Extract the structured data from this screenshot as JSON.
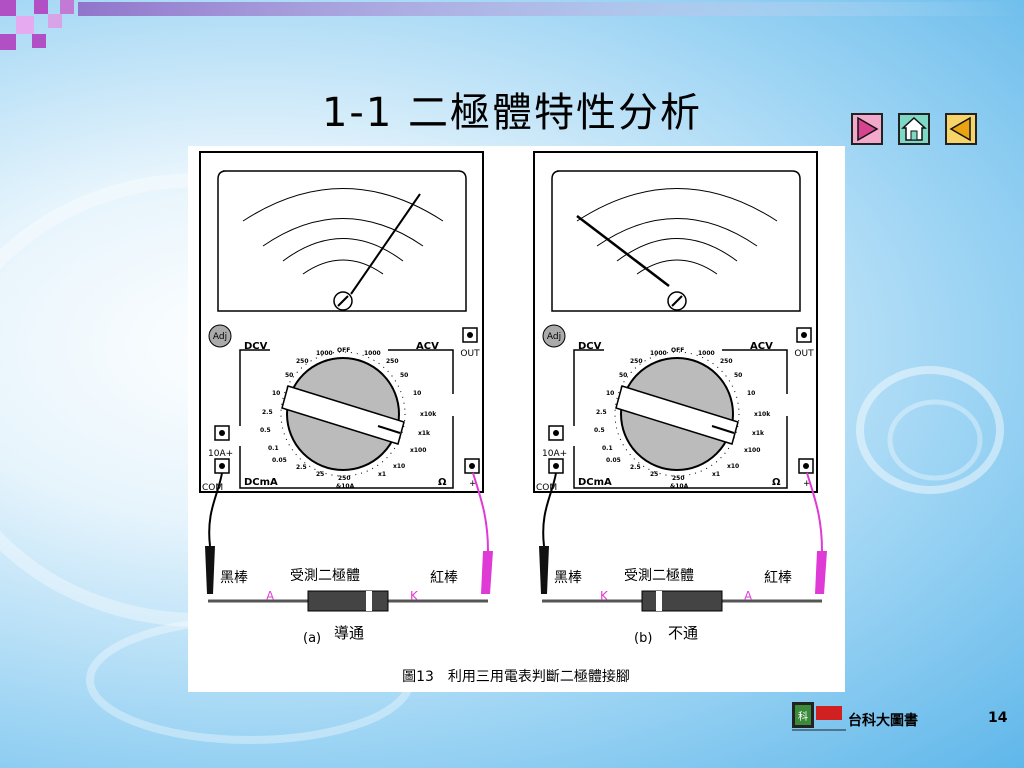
{
  "slide": {
    "title": "1-1 二極體特性分析",
    "page_number": "14",
    "publisher": "台科大圖書"
  },
  "nav": [
    {
      "icon": "play-right-icon"
    },
    {
      "icon": "home-icon"
    },
    {
      "icon": "play-left-icon"
    }
  ],
  "figure": {
    "caption": "圖13　利用三用電表判斷二極體接腳",
    "meters": [
      {
        "id": "a",
        "label": "(a)",
        "result": "導通",
        "needle": "right",
        "left_terminal_letter": "A",
        "right_terminal_letter": "K"
      },
      {
        "id": "b",
        "label": "(b)",
        "result": "不通",
        "needle": "left",
        "left_terminal_letter": "K",
        "right_terminal_letter": "A"
      }
    ],
    "labels": {
      "black_probe": "黑棒",
      "red_probe": "紅棒",
      "diode_under_test": "受測二極體",
      "adj": "Adj",
      "out": "OUT",
      "amp10": "10A+",
      "com": "COM",
      "dcv": "DCV",
      "acv": "ACV",
      "dcma": "DCmA",
      "ohm": "Ω",
      "plus": "+",
      "off": "OFF",
      "dial_left": [
        "1000",
        "250",
        "50",
        "10",
        "2.5",
        "0.5",
        "0.1",
        "0.05",
        "2.5",
        "25",
        "250"
      ],
      "dial_right": [
        "1000",
        "250",
        "50",
        "10",
        "x10k",
        "x1k",
        "x100",
        "x10",
        "x1"
      ],
      "amp_dial": "&10A"
    }
  }
}
